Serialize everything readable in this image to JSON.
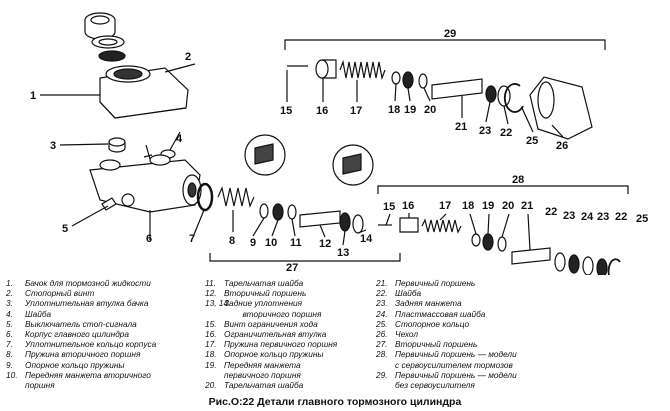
{
  "callouts": [
    "1",
    "2",
    "3",
    "4",
    "5",
    "6",
    "7",
    "8",
    "9",
    "10",
    "11",
    "12",
    "13",
    "14",
    "15",
    "16",
    "17",
    "18",
    "19",
    "20",
    "21",
    "22",
    "23",
    "24",
    "25",
    "26",
    "27",
    "28",
    "29"
  ],
  "callouts_lower": {
    "n15": "15",
    "n16": "16",
    "n17": "17",
    "n18": "18",
    "n19": "19",
    "n20": "20",
    "n21": "21",
    "n22a": "22",
    "n23": "23",
    "n24": "24",
    "n23b": "23",
    "n22b": "22",
    "n25": "25"
  },
  "legend": {
    "col1": [
      {
        "n": "1.",
        "t": "Бачок для тормозной жидкости"
      },
      {
        "n": "2.",
        "t": "Стопорный винт"
      },
      {
        "n": "3.",
        "t": "Уплотнительная втулка бачка"
      },
      {
        "n": "4.",
        "t": "Шайба"
      },
      {
        "n": "5.",
        "t": "Выключатель стоп-сигнала"
      },
      {
        "n": "6.",
        "t": "Корпус главного цилиндра"
      },
      {
        "n": "7.",
        "t": "Уплотнительное кольцо корпуса"
      },
      {
        "n": "8.",
        "t": "Пружина вторичного поршня"
      },
      {
        "n": "9.",
        "t": "Опорное кольцо пружины"
      },
      {
        "n": "10.",
        "t": "Передняя манжета вторичного\nпоршня"
      }
    ],
    "col2": [
      {
        "n": "11.",
        "t": "Тарельчатая шайба"
      },
      {
        "n": "12.",
        "t": "Вторичный поршень"
      },
      {
        "n": "13, 14.",
        "t": "Задние уплотнения\n        вторичного поршня"
      },
      {
        "n": "15.",
        "t": "Винт ограничения хода"
      },
      {
        "n": "16.",
        "t": "Ограничительная втулка"
      },
      {
        "n": "17.",
        "t": "Пружина первичного поршня"
      },
      {
        "n": "18.",
        "t": "Опорное кольцо пружины"
      },
      {
        "n": "19.",
        "t": "Передняя манжета\nпервичного поршня"
      },
      {
        "n": "20.",
        "t": "Тарельчатая шайба"
      }
    ],
    "col3": [
      {
        "n": "21.",
        "t": "Первичный поршень"
      },
      {
        "n": "22.",
        "t": "Шайба"
      },
      {
        "n": "23.",
        "t": "Задняя манжета"
      },
      {
        "n": "24.",
        "t": "Пластмассовая шайба"
      },
      {
        "n": "25.",
        "t": "Стопорное кольцо"
      },
      {
        "n": "26.",
        "t": "Чехол"
      },
      {
        "n": "27.",
        "t": "Вторичный поршень"
      },
      {
        "n": "28.",
        "t": "Первичный поршень — модели\nс сервоусилителем тормозов"
      },
      {
        "n": "29.",
        "t": "Первичный поршень — модели\nбез сервоусилителя"
      }
    ]
  },
  "caption": "Рис.О:22 Детали главного тормозного цилиндра"
}
